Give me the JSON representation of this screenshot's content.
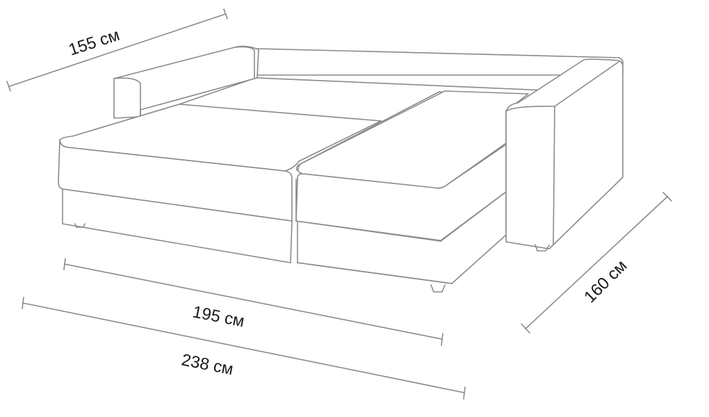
{
  "dimensions": {
    "depth_left": "155 см",
    "sleeping_length": "195 см",
    "overall_length": "238 см",
    "depth_right": "160 см"
  }
}
